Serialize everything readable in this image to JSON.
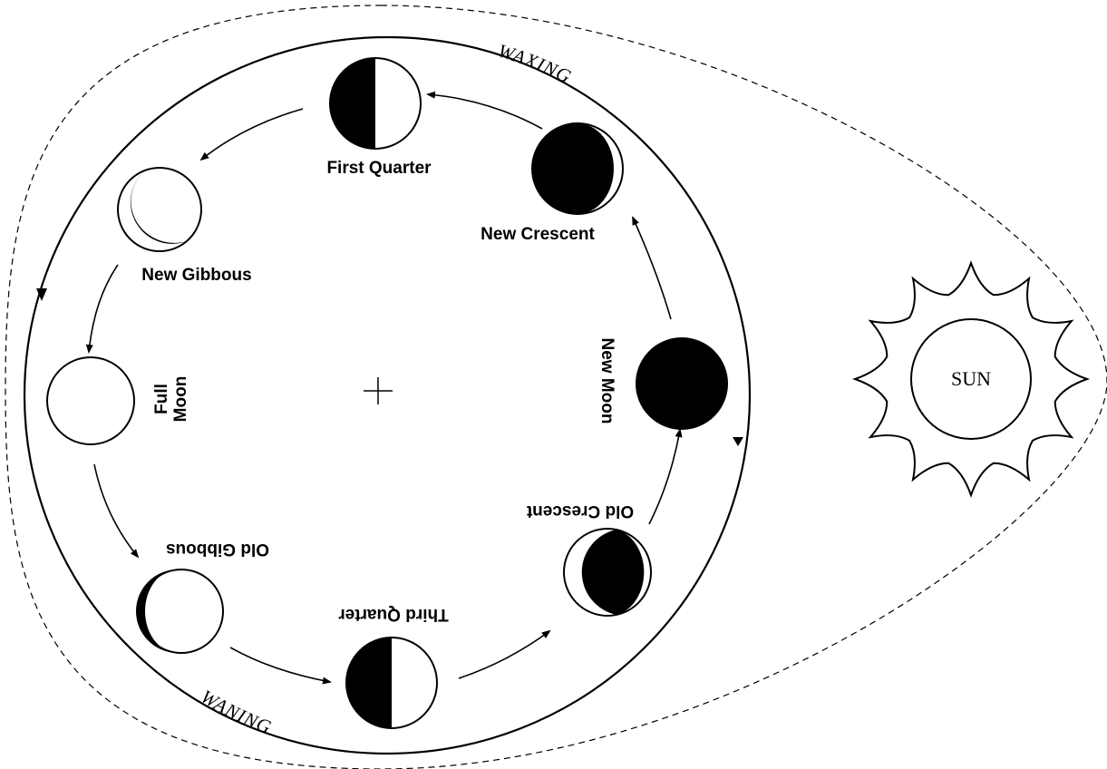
{
  "phases": {
    "first_quarter": "First Quarter",
    "new_crescent": "New Crescent",
    "new_gibbous": "New Gibbous",
    "new_moon": "New Moon",
    "full_moon_line1": "Full",
    "full_moon_line2": "Moon",
    "old_crescent": "Old Crescent",
    "old_gibbous": "Old Gibbous",
    "third_quarter": "Third Quarter"
  },
  "orbit": {
    "waxing": "WAXING",
    "waning": "WANING"
  },
  "sun": {
    "label": "SUN"
  }
}
